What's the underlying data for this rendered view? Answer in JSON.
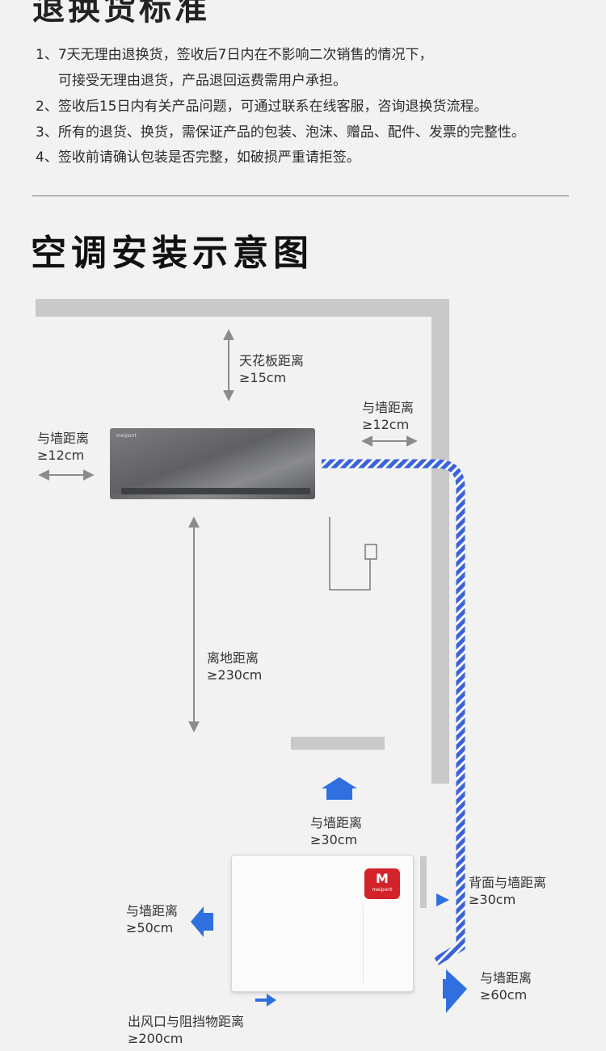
{
  "returns": {
    "title": "退换货标准",
    "rules": [
      "1、7天无理由退换货，签收后7日内在不影响二次销售的情况下，",
      "可接受无理由退货，产品退回运费需用户承担。",
      "2、签收后15日内有关产品问题，可通过联系在线客服，咨询退换货流程。",
      "3、所有的退货、换货，需保证产品的包装、泡沫、赠品、配件、发票的完整性。",
      "4、签收前请确认包装是否完整，如破损严重请拒签。"
    ]
  },
  "install": {
    "title": "空调安装示意图",
    "labels": {
      "ceiling": {
        "title": "天花板距离",
        "value": "≥15cm"
      },
      "wall_left": {
        "title": "与墙距离",
        "value": "≥12cm"
      },
      "wall_right": {
        "title": "与墙距离",
        "value": "≥12cm"
      },
      "floor": {
        "title": "离地距离",
        "value": "≥230cm"
      },
      "outdoor_top": {
        "title": "与墙距离",
        "value": "≥30cm"
      },
      "outdoor_left": {
        "title": "与墙距离",
        "value": "≥50cm"
      },
      "outdoor_back": {
        "title": "背面与墙距离",
        "value": "≥30cm"
      },
      "outdoor_right": {
        "title": "与墙距离",
        "value": "≥60cm"
      },
      "outlet": {
        "title": "出风口与阻挡物距离",
        "value": "≥200cm"
      }
    },
    "indoor_brand": "meipont",
    "outdoor_brand": "meipont"
  },
  "colors": {
    "wall": "#c9c9c9",
    "arrow_gray": "#8c8c8c",
    "pipe_blue": "#3b63d8",
    "arrow_blue": "#2f6fe0",
    "logo_red": "#d2232a"
  }
}
